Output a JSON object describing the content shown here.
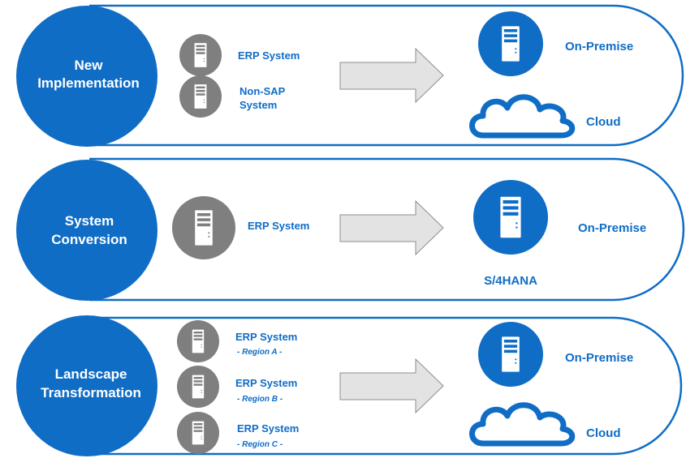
{
  "colors": {
    "primary_blue": "#0f6dc6",
    "gray_server": "#7f7f7f",
    "arrow_fill": "#e3e3e3",
    "arrow_stroke": "#8c8c8c"
  },
  "rows": [
    {
      "title_line1": "New",
      "title_line2": "Implementation",
      "sources": [
        {
          "label": "ERP System"
        },
        {
          "label_line1": "Non-SAP",
          "label_line2": "System"
        }
      ],
      "targets": {
        "server_label": "On-Premise",
        "cloud_label": "Cloud"
      }
    },
    {
      "title_line1": "System",
      "title_line2": "Conversion",
      "sources": [
        {
          "label": "ERP System"
        }
      ],
      "targets": {
        "server_label": "On-Premise",
        "server_caption": "S/4HANA"
      }
    },
    {
      "title_line1": "Landscape",
      "title_line2": "Transformation",
      "sources": [
        {
          "label": "ERP System",
          "sublabel": "- Region A -"
        },
        {
          "label": "ERP System",
          "sublabel": "- Region B -"
        },
        {
          "label": "ERP System",
          "sublabel": "- Region C -"
        }
      ],
      "targets": {
        "server_label": "On-Premise",
        "cloud_label": "Cloud"
      }
    }
  ]
}
